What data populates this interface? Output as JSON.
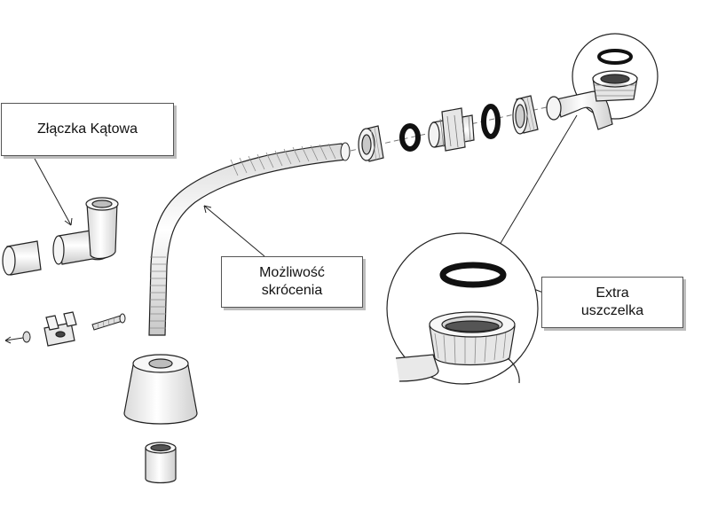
{
  "labels": {
    "angle_connector": "Złączka Kątowa",
    "shortening_line1": "Możliwość",
    "shortening_line2": "skrócenia",
    "gasket_line1": "Extra",
    "gasket_line2": "uszczelka"
  },
  "colors": {
    "outline": "#222222",
    "part_fill": "#f2f2f2",
    "part_shade": "#cfcfcf",
    "rubber": "#1a1a1a",
    "callout_border": "#555555",
    "callout_shadow": "#bdbdbd"
  }
}
